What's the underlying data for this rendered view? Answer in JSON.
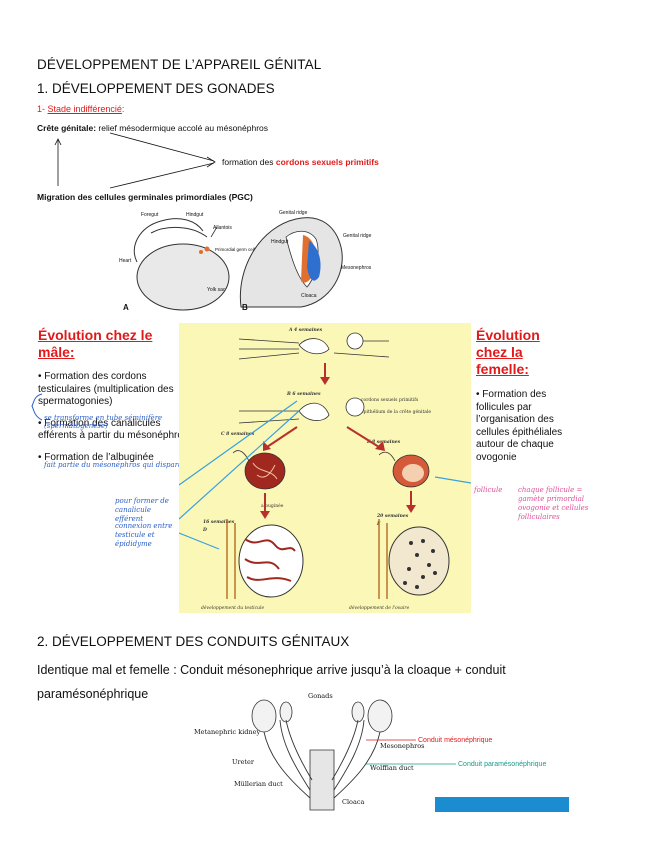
{
  "doc": {
    "title": "DÉVELOPPEMENT DE L’APPAREIL GÉNITAL",
    "section1": "1. DÉVELOPPEMENT DES GONADES",
    "sub1_prefix": "1- ",
    "sub1_label": "Stade indifférencié",
    "sub1_suffix": ":",
    "crete_label": "Crête génitale:",
    "crete_text": " relief mésodermique accolé au mésonéphros",
    "formation_prefix": "formation des ",
    "formation_red": "cordons sexuels primitifs",
    "migration": "Migration des cellules germinales primordiales (PGC)"
  },
  "fig1": {
    "labels": {
      "foregut": "Foregut",
      "hindgut": "Hindgut",
      "allantois": "Allantois",
      "heart": "Heart",
      "pgc": "Primordial germ cells",
      "yolk": "Yolk sac",
      "a": "A",
      "b": "B",
      "genital_ridge_top": "Genital ridge",
      "hindgut2": "Hindgut",
      "genital_ridge": "Genital ridge",
      "mesonephros": "Mesonephros",
      "cloaca": "Cloaca"
    }
  },
  "male": {
    "title": "Évolution chez le mâle:",
    "items": [
      "• Formation des cordons testiculaires (multiplication des spermatogonies)",
      "• Formation des canalicules efférents à partir du mésonéphros",
      "• Formation de l’albuginée"
    ],
    "note1": "se transforme en tube séminifère (spermatogénèse)",
    "note2": "fait partie du mésonéphros qui disparaît ou",
    "note3": "pour former de canalicule efférent",
    "note4": "connexion entre testicule et épididyme"
  },
  "panel": {
    "labels": {
      "w4": "A 4 semaines",
      "w6": "B 6 semaines",
      "w8": "C 8 semaines",
      "w8b": "E 8 semaines",
      "w16": "16 semaines",
      "w20": "20 semaines",
      "d": "D",
      "f": "F",
      "dev_test": "développement du testicule",
      "dev_ov": "développement de l'ovaire",
      "albuginee": "albuginée",
      "cordons": "cordons sexuels primitifs",
      "epith": "épithélium de la crête génitale"
    }
  },
  "female": {
    "title": "Évolution chez la femelle:",
    "items": [
      "• Formation des follicules par l’organisation des cellules épithéliales autour de chaque ovogonie"
    ],
    "note1": "follicule",
    "note2": "chaque follicule = gamète primordial ovogonie et cellules folliculaires"
  },
  "section2": {
    "title": "2. DÉVELOPPEMENT DES CONDUITS GÉNITAUX",
    "para": "Identique mal et femelle : Conduit mésonephrique arrive jusqu’à la cloaque + conduit paramésonéphrique"
  },
  "fig3": {
    "labels": {
      "gonads": "Gonads",
      "metanephric": "Metanephric kidney",
      "ureter": "Ureter",
      "mullerian": "Müllerian duct",
      "mesonephros": "Mesonephros",
      "wolffian": "Wolffian duct",
      "cloaca": "Cloaca",
      "conduit_meso": "Conduit mésonéphrique",
      "conduit_parameso": "Conduit paramésonéphrique"
    }
  },
  "colors": {
    "red": "#e01a1a",
    "panel_bg": "#fbf7b6",
    "teal": "#1a9a8a",
    "blue": "#2b5fc9",
    "pink": "#e0509a",
    "bar": "#1b8ccf"
  }
}
